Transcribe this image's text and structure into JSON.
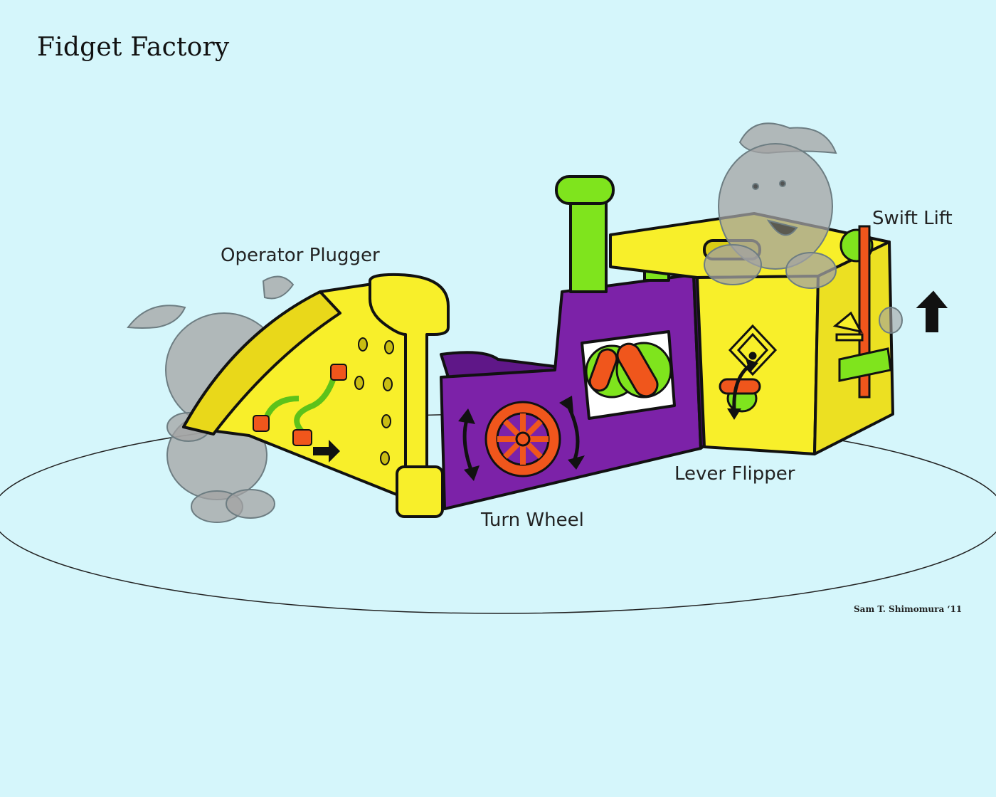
{
  "title": "Fidget Factory",
  "callouts": {
    "operator_plugger": "Operator Plugger",
    "swift_lift": "Swift Lift",
    "lever_flipper": "Lever Flipper",
    "turn_wheel": "Turn Wheel"
  },
  "credit": "Sam T. Shimomura ‘11",
  "colors": {
    "background": "#d5f6fb",
    "yellow": "#f8ef2a",
    "purple": "#7c22a8",
    "green": "#7fe41d",
    "orange": "#f0561c",
    "sketch_gray": "#9a9a9a",
    "outline": "#111111"
  }
}
